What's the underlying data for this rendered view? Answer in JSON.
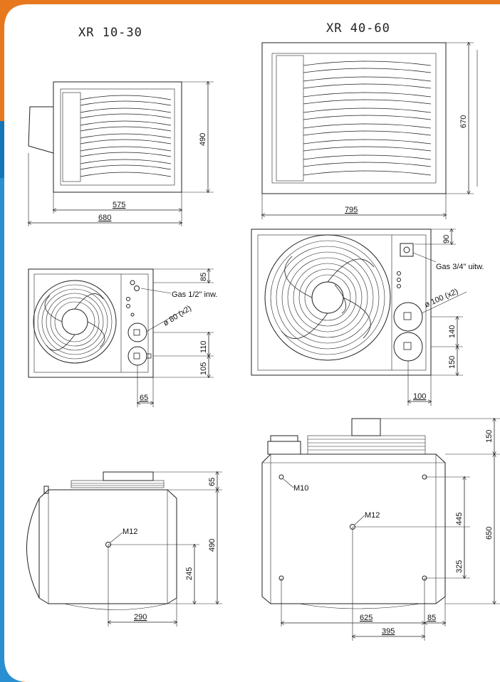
{
  "titles": {
    "left": "XR 10-30",
    "right": "XR 40-60"
  },
  "colors": {
    "accent": "#e8781e",
    "side_band": "#1475b9",
    "side_band_light": "#2a8fd0",
    "panel": "#ffffff",
    "line": "#222222"
  },
  "front_small": {
    "dims": {
      "height": "490",
      "inner_width": "575",
      "outer_width": "680"
    }
  },
  "front_large": {
    "dims": {
      "height": "670",
      "width": "795"
    }
  },
  "back_small": {
    "dims": {
      "top": "85",
      "pipe_gap": "110",
      "bottom": "105",
      "pipe_offset": "65"
    },
    "labels": {
      "gas": "Gas 1/2\" inw.",
      "pipe": "ø 80 (x2)"
    }
  },
  "back_large": {
    "dims": {
      "top": "90",
      "pipe_gap": "140",
      "bottom": "150",
      "pipe_offset": "100"
    },
    "labels": {
      "gas": "Gas 3/4\" uitw.",
      "pipe": "ø 100 (x2)"
    }
  },
  "top_small": {
    "dims": {
      "top": "65",
      "depth": "490",
      "mount_offset": "245",
      "mount_x": "290"
    },
    "labels": {
      "mount": "M12"
    }
  },
  "top_large": {
    "dims": {
      "top": "150",
      "depth": "650",
      "mount_spacing": "445",
      "mount_offset": "325",
      "width": "625",
      "center": "395",
      "edge": "85"
    },
    "labels": {
      "mount": "M12",
      "corner": "M10"
    }
  }
}
